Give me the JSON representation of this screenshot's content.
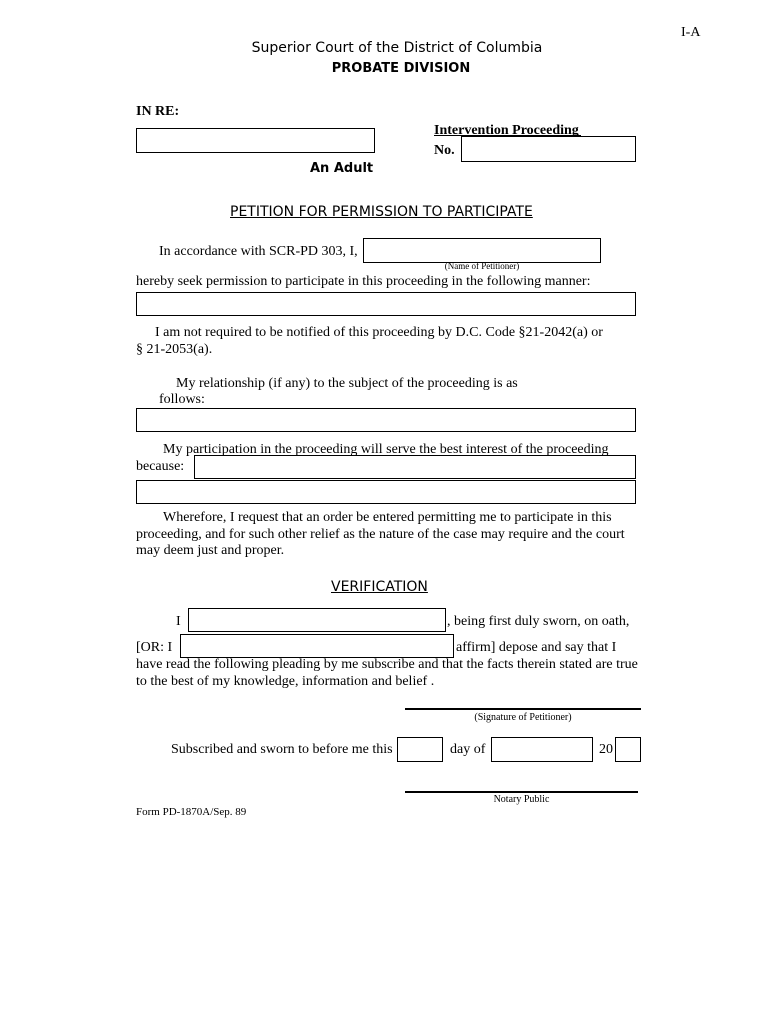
{
  "page_id": "I-A",
  "court_title": "Superior Court of the District of Columbia",
  "division": "PROBATE DIVISION",
  "in_re_label": "IN RE:",
  "an_adult_label": "An Adult",
  "intervention_label": "Intervention Proceeding",
  "no_label": "No.",
  "petition_title": "PETITION FOR PERMISSION TO PARTICIPATE",
  "accordance_text": "In accordance with SCR-PD 303, I,",
  "name_caption": "(Name of Petitioner)",
  "seek_text": "hereby seek permission to participate in this proceeding in the following manner:",
  "not_required_line1": "I am not required to be notified of this proceeding by D.C. Code §21-2042(a) or",
  "not_required_line2": "§ 21-2053(a).",
  "relationship_line1": "My relationship (if any) to the subject of the proceeding is as",
  "relationship_line2": "follows:",
  "participation_line1": "My participation in the proceeding will serve the best interest of the proceeding",
  "because_label": "because:",
  "wherefore_line1": "Wherefore, I request that an order be entered permitting me to participate in this",
  "wherefore_line2": "proceeding, and for such other relief as the nature of the case may require and the court",
  "wherefore_line3": "may deem just and proper.",
  "verification_title": "VERIFICATION",
  "verif_i": "I",
  "verif_sworn": ", being first duly sworn, on oath,",
  "verif_or": "[OR: I",
  "verif_affirm": "affirm] depose and say that I",
  "verif_line2": "have read the following pleading by me subscribe and that the facts therein stated are true",
  "verif_line3": "to the best of my knowledge, information and belief .",
  "signature_caption": "(Signature of Petitioner)",
  "subscribed_text": "Subscribed and sworn to before me this",
  "day_of_text": "day of",
  "year_prefix": "20",
  "notary_caption": "Notary Public",
  "form_id": "Form PD-1870A/Sep. 89",
  "fields": {
    "in_re_name": "",
    "case_no": "",
    "petitioner_name": "",
    "manner": "",
    "relationship": "",
    "because": "",
    "because_cont": "",
    "verif_name": "",
    "affirm_name": "",
    "day": "",
    "month": "",
    "year": ""
  }
}
